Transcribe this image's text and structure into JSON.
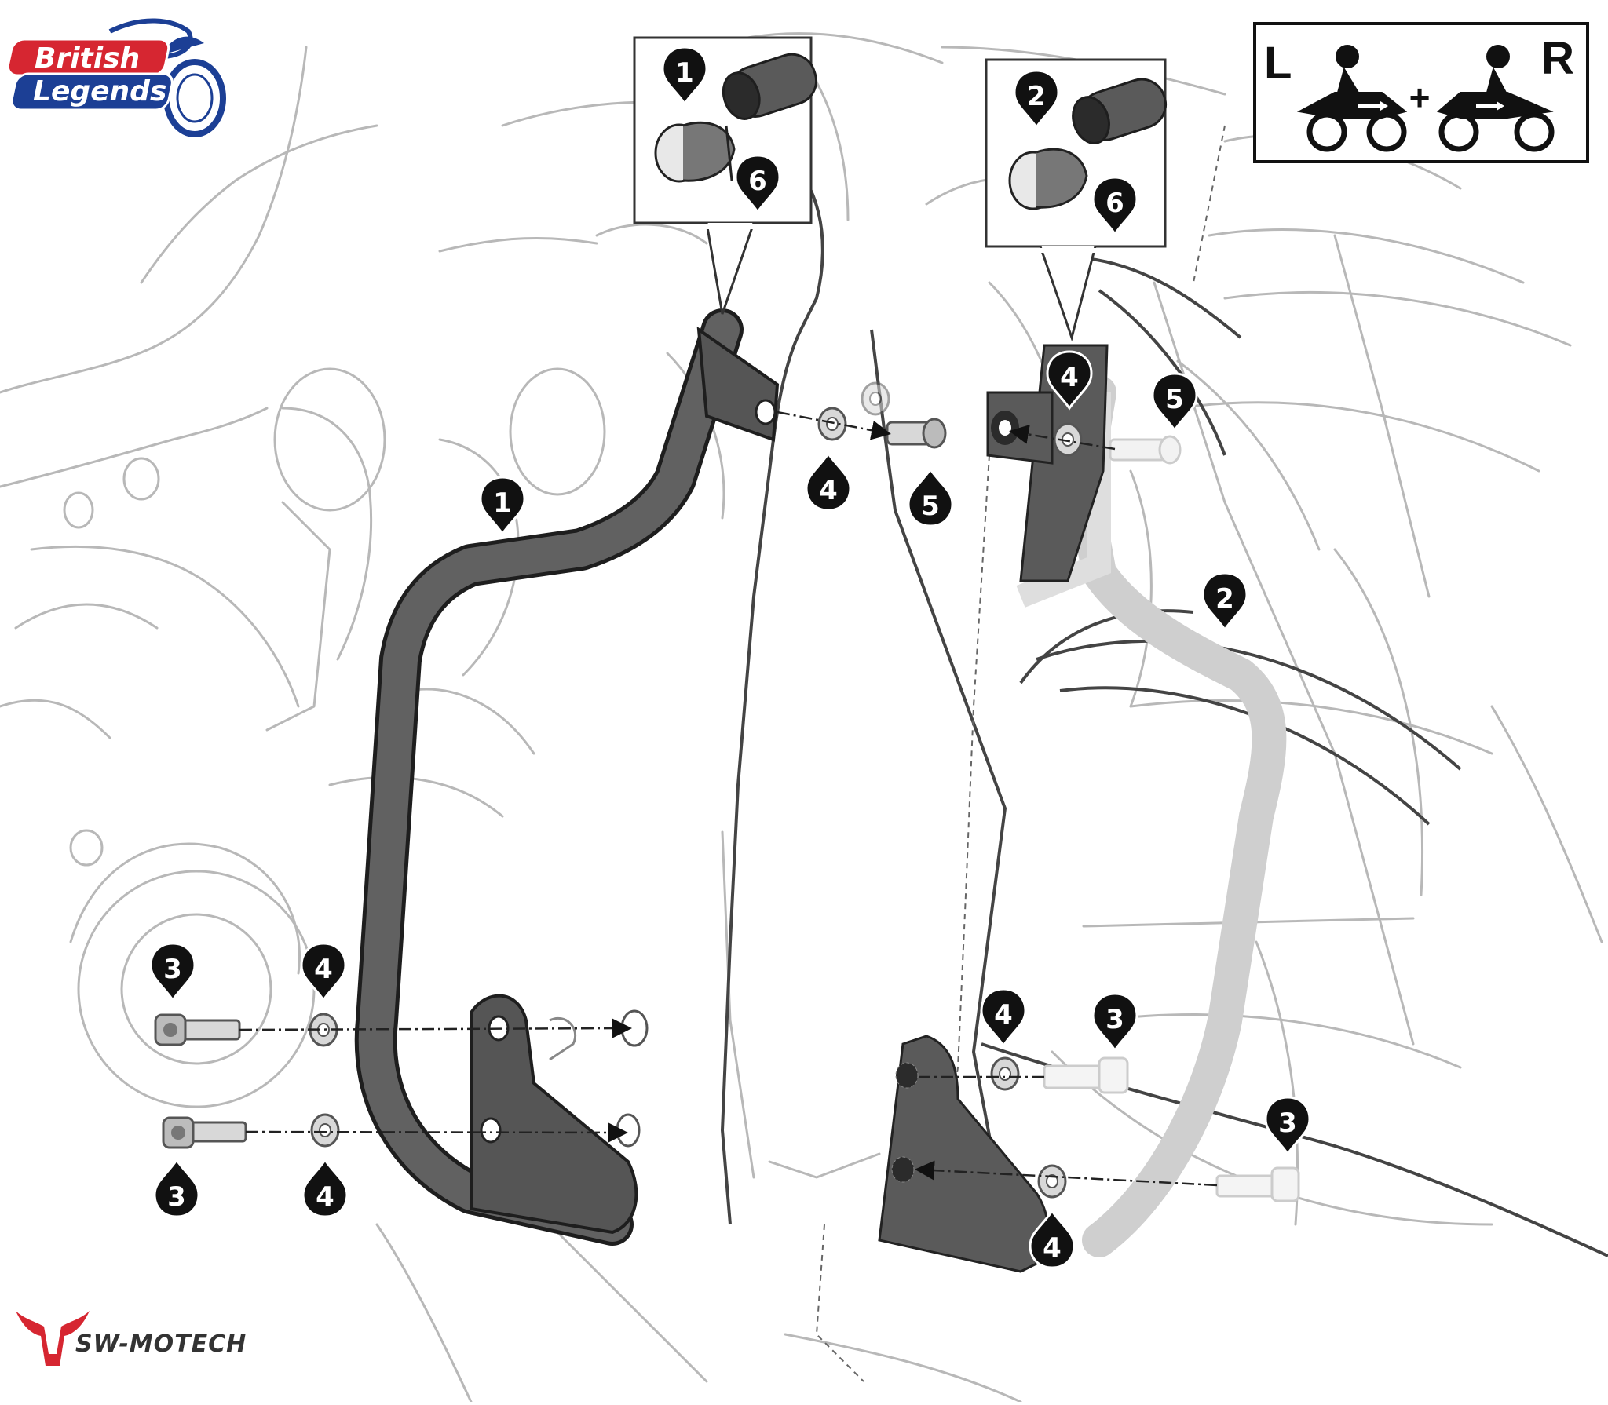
{
  "brand": {
    "line1": "British",
    "line2": "Legends",
    "red": "#d62631",
    "blue": "#1c3f95"
  },
  "manufacturer": {
    "name": "SW-MOTECH",
    "accent": "#d62631"
  },
  "side_legend": {
    "left": "L",
    "plus": "+",
    "right": "R"
  },
  "callouts": {
    "part1": "1",
    "part2": "2",
    "part3": "3",
    "part4": "4",
    "part5": "5",
    "part6": "6"
  },
  "colors": {
    "line": "#444444",
    "sketch": "#b8b8b8",
    "bar": "#5a5a5a",
    "bar_dark": "#2b2b2b",
    "ghost": "#d2d2d2",
    "callout_fill": "#111111"
  }
}
